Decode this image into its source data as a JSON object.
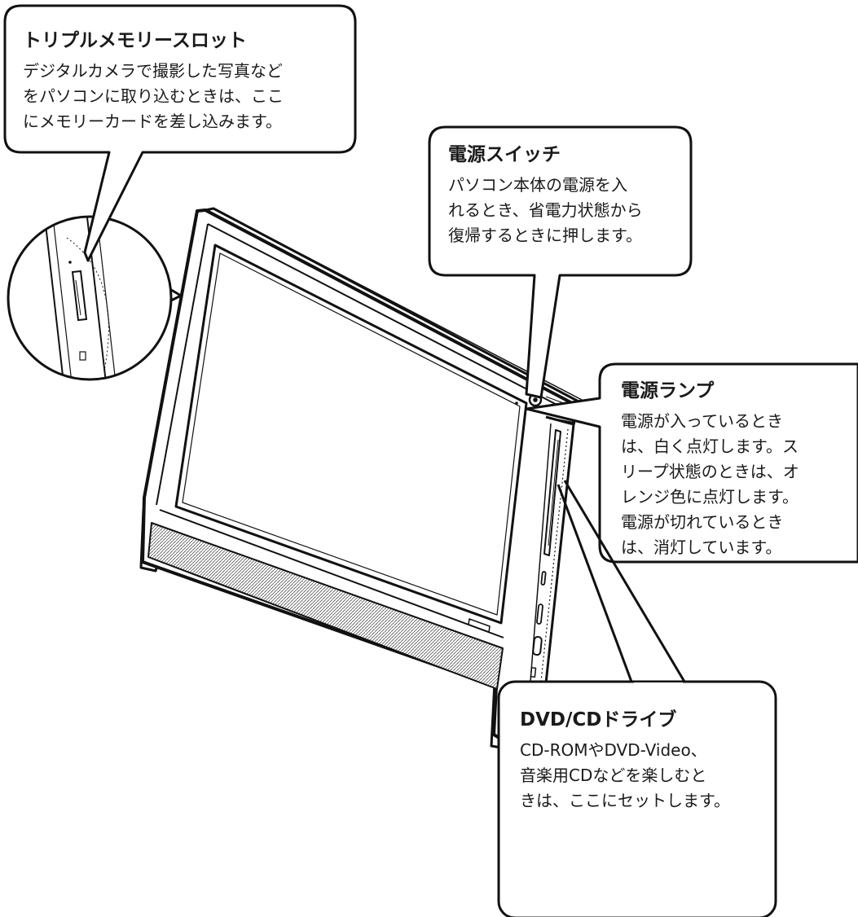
{
  "callouts": {
    "memory_slot": {
      "title": "トリプルメモリースロット",
      "lines": [
        "デジタルカメラで撮影した写真など",
        "をパソコンに取り込むときは、ここ",
        "にメモリーカードを差し込みます。"
      ]
    },
    "power_switch": {
      "title": "電源スイッチ",
      "lines": [
        "パソコン本体の電源を入",
        "れるとき、省電力状態から",
        "復帰するときに押します。"
      ]
    },
    "power_lamp": {
      "title": "電源ランプ",
      "lines": [
        "電源が入っているとき",
        "は、白く点灯します。ス",
        "リープ状態のときは、オ",
        "レンジ色に点灯します。",
        "電源が切れているとき",
        "は、消灯しています。"
      ]
    },
    "dvd_drive": {
      "title": "DVD/CDドライブ",
      "lines": [
        "CD-ROMやDVD-Video、",
        "音楽用CDなどを楽しむと",
        "きは、ここにセットします。"
      ]
    }
  }
}
